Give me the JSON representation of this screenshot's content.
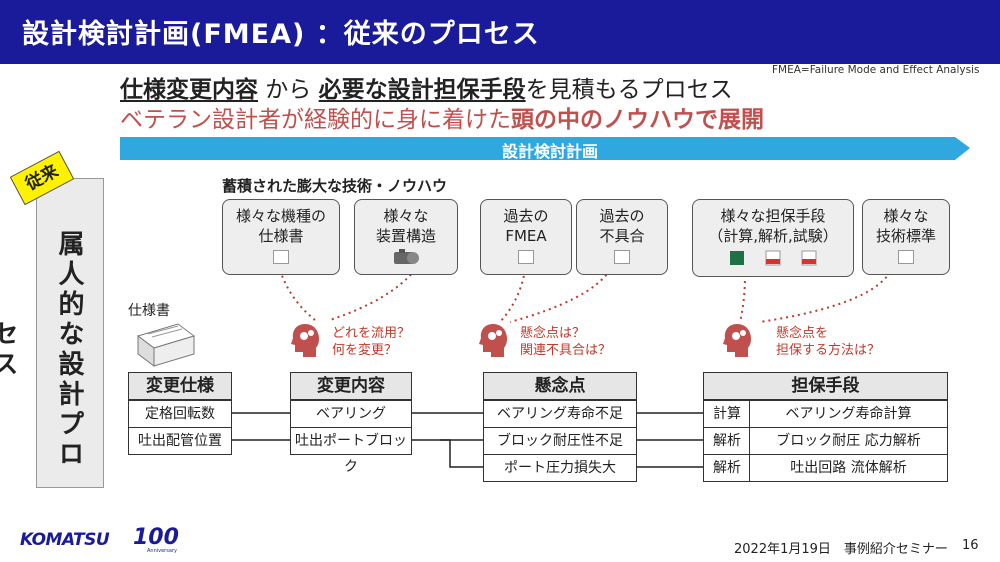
{
  "title": "設計検討計画(FMEA) ：従来のプロセス",
  "fmea_note": "FMEA=Failure Mode and Effect Analysis",
  "headline1": {
    "part1": "仕様変更内容",
    "part2": " から ",
    "part3": "必要な設計担保手段",
    "part4": "を見積もるプロセス"
  },
  "headline2": {
    "part1": "ベテラン設計者が経験的に身に着けた",
    "part2": "頭の中のノウハウで展開"
  },
  "arrow_label": "設計検討計画",
  "stamp": "従来",
  "side_label": "属人的な設計プロセス",
  "knowhow_label": "蓄積された膨大な技術・ノウハウ",
  "knowhow_boxes": [
    {
      "line1": "様々な機種の",
      "line2": "仕様書"
    },
    {
      "line1": "様々な",
      "line2": "装置構造"
    },
    {
      "line1": "過去の",
      "line2": "FMEA"
    },
    {
      "line1": "過去の",
      "line2": "不具合"
    },
    {
      "line1": "様々な担保手段",
      "line2": "（計算,解析,試験）"
    },
    {
      "line1": "様々な",
      "line2": "技術標準"
    }
  ],
  "spec_doc_label": "仕様書",
  "thoughts": [
    {
      "line1": "どれを流用？",
      "line2": "何を変更？"
    },
    {
      "line1": "懸念点は？",
      "line2": "関連不具合は？"
    },
    {
      "line1": "懸念点を",
      "line2": "担保する方法は？"
    }
  ],
  "tables": {
    "change_spec": {
      "header": "変更仕様",
      "rows": [
        "定格回転数",
        "吐出配管位置"
      ]
    },
    "change_content": {
      "header": "変更内容",
      "rows": [
        "ベアリング",
        "吐出ポートブロック"
      ]
    },
    "concern": {
      "header": "懸念点",
      "rows": [
        "ベアリング寿命不足",
        "ブロック耐圧性不足",
        "ポート圧力損失大"
      ]
    },
    "assurance": {
      "header": "担保手段",
      "rows": [
        {
          "type": "計算",
          "detail": "ベアリング寿命計算"
        },
        {
          "type": "解析",
          "detail": "ブロック耐圧 応力解析"
        },
        {
          "type": "解析",
          "detail": "吐出回路 流体解析"
        }
      ]
    }
  },
  "footer": {
    "company": "KOMATSU",
    "anniversary": "100",
    "anniversary_sub": "Anniversary",
    "date_event": "2022年1月19日　事例紹介セミナー",
    "page": "16"
  },
  "colors": {
    "title_bg": "#1a1b9a",
    "accent_red": "#c0504d",
    "arrow_blue": "#2fa8e0",
    "stamp_yellow": "#fff200"
  }
}
